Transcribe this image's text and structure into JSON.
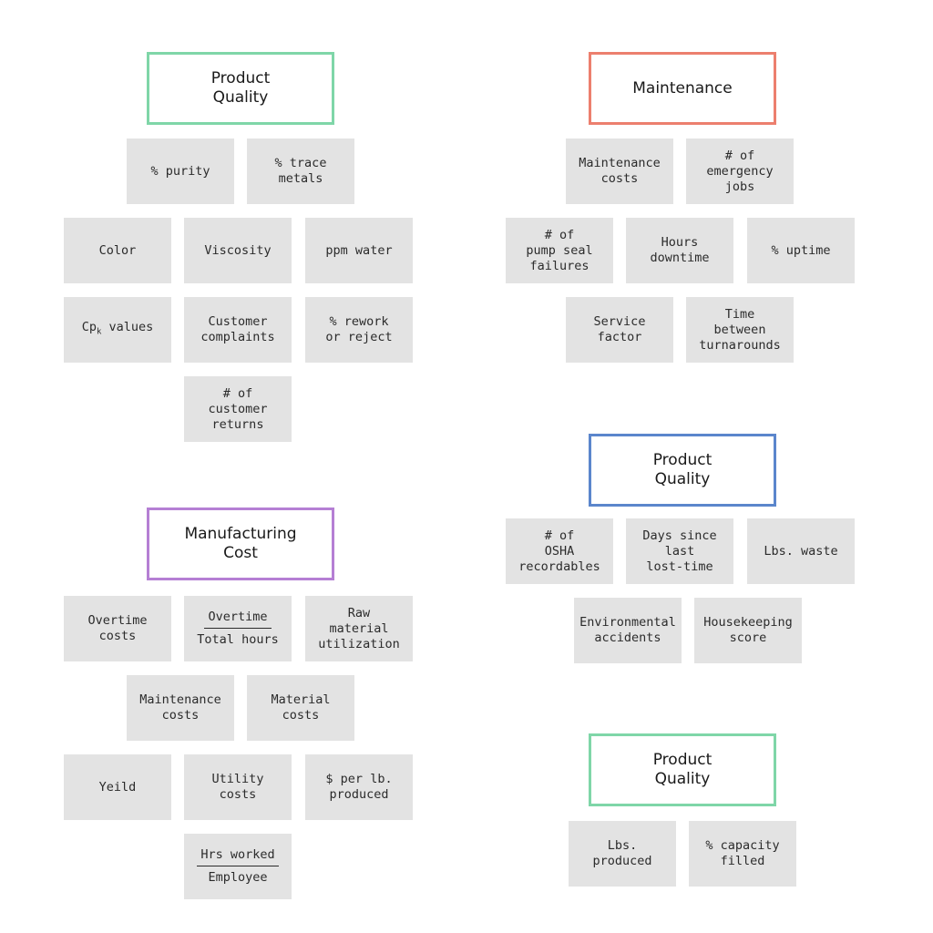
{
  "headers": {
    "product_quality_1": "Product\nQuality",
    "maintenance": "Maintenance",
    "manufacturing_cost": "Manufacturing\nCost",
    "product_quality_2": "Product\nQuality",
    "product_quality_3": "Product\nQuality"
  },
  "header_colors": {
    "product_quality_1": "#7fd6a8",
    "maintenance": "#ec7f6e",
    "manufacturing_cost": "#b57fd4",
    "product_quality_2": "#5b86cc",
    "product_quality_3": "#7fd6a8"
  },
  "product_quality": {
    "purity": "% purity",
    "trace_metals": "% trace\nmetals",
    "color": "Color",
    "viscosity": "Viscosity",
    "ppm_water": "ppm water",
    "cpk_base": "Cp",
    "cpk_sub": "k",
    "cpk_rest": " values",
    "customer_complaints": "Customer\ncomplaints",
    "rework": "% rework\nor reject",
    "customer_returns": "# of\ncustomer\nreturns"
  },
  "maintenance": {
    "costs": "Maintenance\ncosts",
    "emergency_jobs": "# of\nemergency\njobs",
    "pump_seal": "# of\npump seal\nfailures",
    "hours_downtime": "Hours\ndowntime",
    "uptime": "% uptime",
    "service_factor": "Service\nfactor",
    "turnarounds": "Time\nbetween\nturnarounds"
  },
  "manufacturing_cost": {
    "overtime_costs": "Overtime\ncosts",
    "overtime_num": "Overtime",
    "overtime_den": "Total hours",
    "raw_material": "Raw\nmaterial\nutilization",
    "maintenance_costs": "Maintenance\ncosts",
    "material_costs": "Material\ncosts",
    "yeild": "Yeild",
    "utility_costs": "Utility\ncosts",
    "per_lb": "$ per lb.\nproduced",
    "hrs_num": "Hrs worked",
    "hrs_den": "Employee"
  },
  "safety": {
    "osha": "# of\nOSHA\nrecordables",
    "days_since": "Days since\nlast\nlost-time",
    "lbs_waste": "Lbs. waste",
    "environmental": "Environmental\naccidents",
    "housekeeping": "Housekeeping\nscore"
  },
  "throughput": {
    "lbs_produced": "Lbs.\nproduced",
    "capacity": "% capacity\nfilled"
  }
}
